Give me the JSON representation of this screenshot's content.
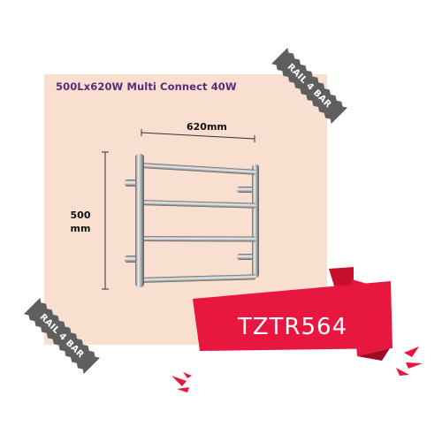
{
  "product": {
    "description": "500Lx620W Multi Connect 40W",
    "width_dimension": "620mm",
    "height_dimension_value": "500",
    "height_dimension_unit": "mm",
    "code": "TZTR564"
  },
  "badges": {
    "top_right": "RAIL 4 BAR",
    "bottom_left": "RAIL 4 BAR"
  },
  "colors": {
    "panel": "#f9dfcf",
    "title": "#5b2a7a",
    "banner": "#e8173f",
    "tape": "#5f5f5f"
  },
  "icons": {
    "rail": "heated-towel-rail-icon"
  }
}
